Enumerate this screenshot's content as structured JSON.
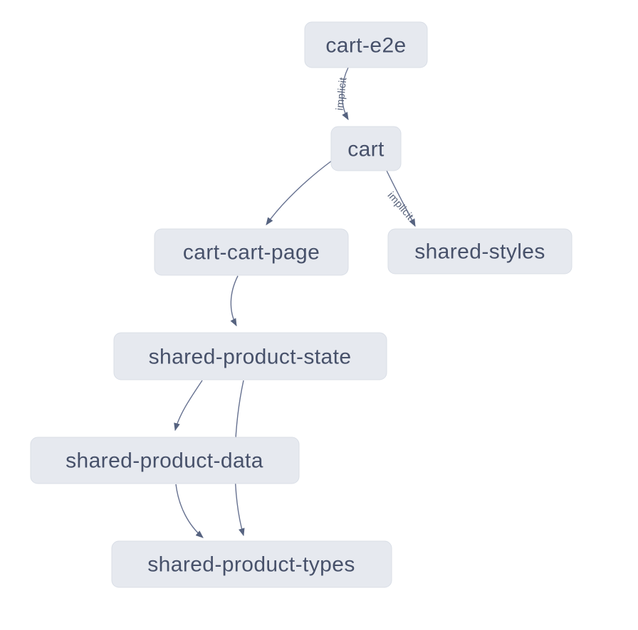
{
  "graph": {
    "nodes": [
      {
        "id": "cart-e2e",
        "label": "cart-e2e"
      },
      {
        "id": "cart",
        "label": "cart"
      },
      {
        "id": "cart-cart-page",
        "label": "cart-cart-page"
      },
      {
        "id": "shared-styles",
        "label": "shared-styles"
      },
      {
        "id": "shared-product-state",
        "label": "shared-product-state"
      },
      {
        "id": "shared-product-data",
        "label": "shared-product-data"
      },
      {
        "id": "shared-product-types",
        "label": "shared-product-types"
      }
    ],
    "edges": [
      {
        "from": "cart-e2e",
        "to": "cart",
        "label": "implicit"
      },
      {
        "from": "cart",
        "to": "cart-cart-page",
        "label": ""
      },
      {
        "from": "cart",
        "to": "shared-styles",
        "label": "implicit"
      },
      {
        "from": "cart-cart-page",
        "to": "shared-product-state",
        "label": ""
      },
      {
        "from": "shared-product-state",
        "to": "shared-product-data",
        "label": ""
      },
      {
        "from": "shared-product-state",
        "to": "shared-product-types",
        "label": ""
      },
      {
        "from": "shared-product-data",
        "to": "shared-product-types",
        "label": ""
      }
    ],
    "colors": {
      "background": "#ffffff",
      "node_fill": "#e6e9ef",
      "node_border": "#d9dee6",
      "node_text": "#47516a",
      "edge_stroke": "#667190",
      "arrowhead": "#566380",
      "edge_label_text": "#566179"
    }
  }
}
